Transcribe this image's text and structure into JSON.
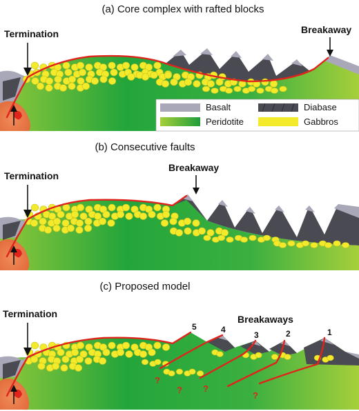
{
  "panels": [
    {
      "id": "a",
      "title": "(a) Core complex with rafted blocks",
      "termination": "Termination",
      "breakaway": "Breakaway"
    },
    {
      "id": "b",
      "title": "(b) Consecutive faults",
      "termination": "Termination",
      "breakaway": "Breakaway"
    },
    {
      "id": "c",
      "title": "(c) Proposed model",
      "termination": "Termination",
      "breakaway": "Breakaways",
      "fault_numbers": [
        "5",
        "4",
        "3",
        "2",
        "1"
      ],
      "unknown_marks": [
        "?",
        "?",
        "?",
        "?"
      ]
    }
  ],
  "legend": [
    {
      "label": "Basalt",
      "color": "#a8a8b8"
    },
    {
      "label": "Peridotite",
      "color": "#3fae3c"
    },
    {
      "label": "Diabase",
      "color": "#4a4a52"
    },
    {
      "label": "Gabbros",
      "color": "#f2ea2a"
    }
  ],
  "colors": {
    "fault": "#e0241c",
    "basalt": "#a8a8b8",
    "diabase": "#4a4a52",
    "peridotite_dark": "#22a23a",
    "peridotite_light": "#9ccc3c",
    "gabbro": "#f2ea2a",
    "magma": "#e8693a",
    "magma_core": "#e0241c"
  }
}
